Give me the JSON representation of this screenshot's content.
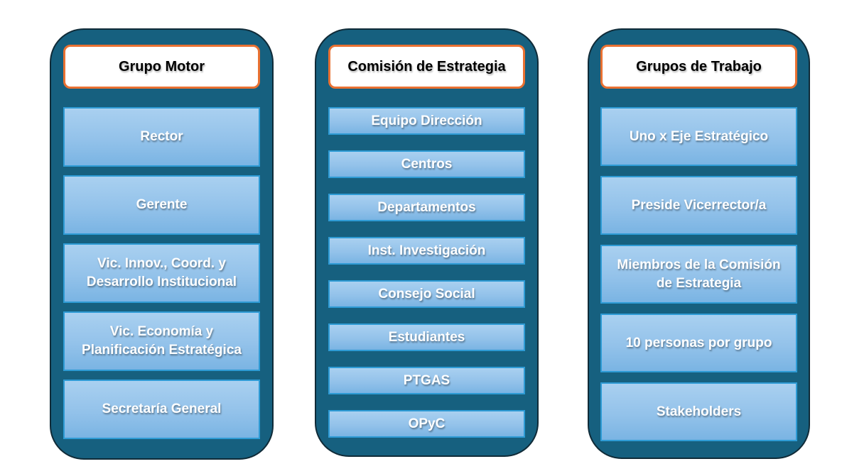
{
  "colors": {
    "container-fill": "#16607F",
    "container-border": "#102B38",
    "header-fill": "#FFFFFF",
    "header-border": "#E97132",
    "header-text": "#000000",
    "item-fill-top": "#A9D0F0",
    "item-fill-mid": "#93C2EA",
    "item-fill-bottom": "#7AB4E3",
    "item-border": "#2E9BD5",
    "item-text": "#FFFFFF"
  },
  "columns": [
    {
      "id": "grupo-motor",
      "header": "Grupo Motor",
      "items": [
        "Rector",
        "Gerente",
        "Vic. Innov., Coord. y Desarrollo Institucional",
        "Vic. Economía y Planificación Estratégica",
        "Secretaría General"
      ]
    },
    {
      "id": "comision-de-estrategia",
      "header": "Comisión de Estrategia",
      "items": [
        "Equipo Dirección",
        "Centros",
        "Departamentos",
        "Inst. Investigación",
        "Consejo Social",
        "Estudiantes",
        "PTGAS",
        "OPyC"
      ]
    },
    {
      "id": "grupos-de-trabajo",
      "header": "Grupos de Trabajo",
      "items": [
        "Uno x Eje Estratégico",
        "Preside Vicerrector/a",
        "Miembros de la Comisión de Estrategia",
        "10 personas por grupo",
        "Stakeholders"
      ]
    }
  ]
}
